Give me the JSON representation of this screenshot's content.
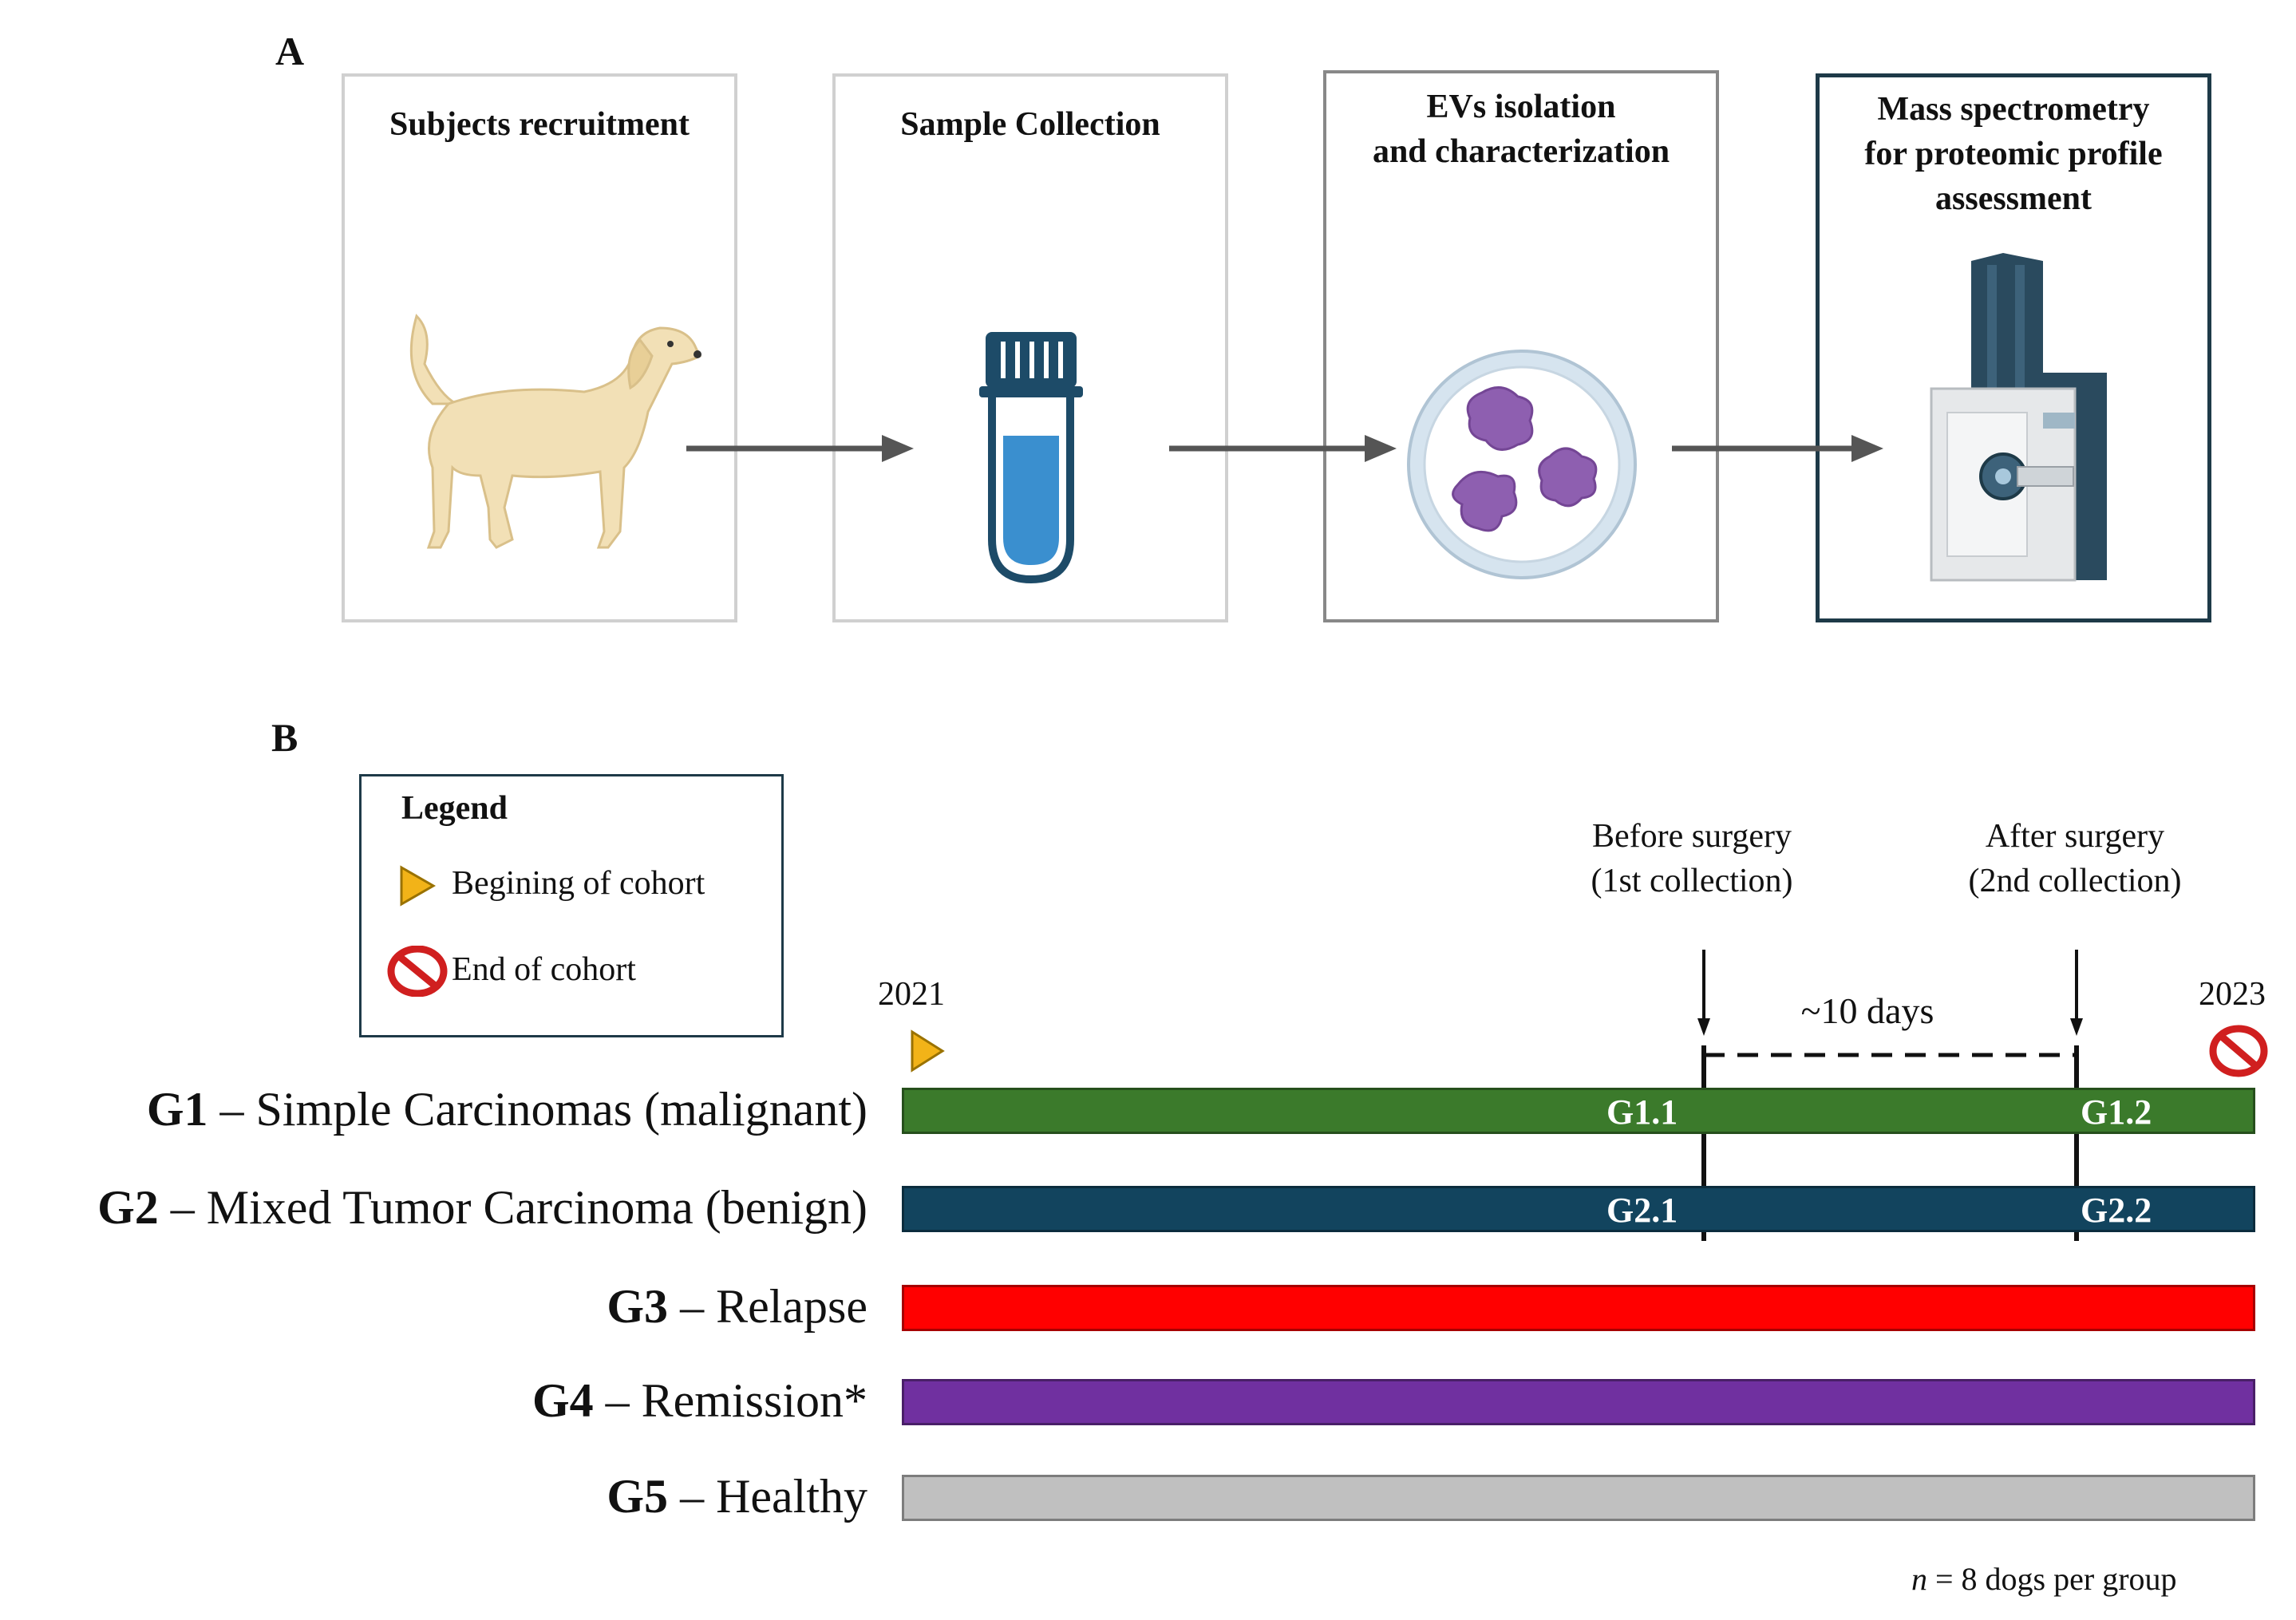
{
  "panel_a": {
    "label": "A",
    "steps": [
      {
        "title": "Subjects recruitment",
        "icon": "dog-icon"
      },
      {
        "title": "Sample Collection",
        "icon": "test-tube-icon"
      },
      {
        "title": "EVs isolation\nand characterization",
        "icon": "extracellular-vesicles-icon"
      },
      {
        "title": "Mass spectrometry\nfor proteomic profile\nassessment",
        "icon": "mass-spectrometer-icon"
      }
    ]
  },
  "panel_b": {
    "label": "B",
    "legend": {
      "title": "Legend",
      "start_label": "Begining of cohort",
      "end_label": "End of cohort"
    },
    "timeline": {
      "start_year": "2021",
      "end_year": "2023",
      "before_surgery": "Before surgery\n(1st collection)",
      "after_surgery": "After surgery\n(2nd collection)",
      "interval": "~10 days"
    },
    "groups": [
      {
        "code": "G1",
        "name": " – Simple Carcinomas (malignant)",
        "color": "#3b7a2b",
        "first": "G1.1",
        "second": "G1.2"
      },
      {
        "code": "G2",
        "name": " – Mixed Tumor Carcinoma (benign)",
        "color": "#12445e",
        "first": "G2.1",
        "second": "G2.2"
      },
      {
        "code": "G3",
        "name": " – Relapse",
        "color": "#ff0000"
      },
      {
        "code": "G4",
        "name": " – Remission*",
        "color": "#7030a0"
      },
      {
        "code": "G5",
        "name": " – Healthy",
        "color": "#c0c0c0"
      }
    ],
    "sample_size": {
      "n": "n",
      "text": " = 8 dogs per group"
    }
  },
  "colors": {
    "arrow": "#555555",
    "start_marker": "#f2b318",
    "end_marker": "#d01f1f",
    "box_border_light": "#d0d0d0",
    "box_border_mid": "#888888",
    "box_border_dark": "#1e3a48"
  }
}
